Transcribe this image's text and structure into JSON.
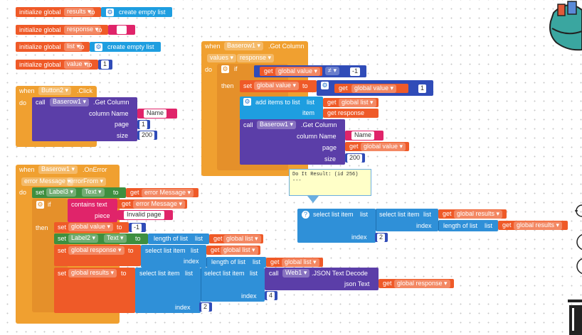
{
  "globals": [
    {
      "kw": "initialize global",
      "name": "results",
      "to": "to",
      "value": "create empty list"
    },
    {
      "kw": "initialize global",
      "name": "response",
      "to": "to",
      "value": "\" \""
    },
    {
      "kw": "initialize global",
      "name": "list",
      "to": "to",
      "value": "create empty list"
    },
    {
      "kw": "initialize global",
      "name": "value",
      "to": "to",
      "value": "1"
    }
  ],
  "button_click": {
    "when": "when",
    "component": "Button2",
    "event": ".Click",
    "do": "do",
    "call": "call",
    "db": "Baserow1",
    "method": ".Get Column",
    "p1": "column Name",
    "p1v": "Name",
    "p2": "page",
    "p2v": "1",
    "p3": "size",
    "p3v": "200"
  },
  "got_column": {
    "when": "when",
    "component": "Baserow1",
    "event": ".Got Column",
    "params": [
      "values",
      "response"
    ],
    "do": "do",
    "if": "if",
    "then": "then",
    "get": "get",
    "var_value": "global value",
    "neq": "≠",
    "neg1": "-1",
    "set": "set",
    "set_var": "global value",
    "to": "to",
    "plus": "+",
    "one": "1",
    "add": "add items to list",
    "list": "list",
    "var_list": "global list",
    "item": "item",
    "var_response": "get response",
    "call": "call",
    "db": "Baserow1",
    "method": ".Get Column",
    "p1": "column Name",
    "p1v": "Name",
    "p2": "page",
    "p3": "size",
    "p3v": "200"
  },
  "tooltip": {
    "line1": "Do It Result: (id 256)",
    "line2": "---"
  },
  "floating": {
    "select": "select list item",
    "list": "list",
    "index": "index",
    "get": "get",
    "var_results": "global results",
    "length": "length of list",
    "two": "2"
  },
  "on_error": {
    "when": "when",
    "component": "Baserow1",
    "event": ".OnError",
    "params": [
      "error Message",
      "errorFrom"
    ],
    "do": "do",
    "set": "set",
    "label3": "Label3",
    "text": "Text",
    "to": "to",
    "get": "get",
    "err": "error Message",
    "if": "if",
    "contains": "contains text",
    "piece": "piece",
    "invalid": "Invalid page",
    "then": "then",
    "var_value": "global value",
    "neg1": "-1",
    "label2": "Label2",
    "length": "length of list",
    "list": "list",
    "var_list": "global list",
    "var_response": "global response",
    "select": "select list item",
    "index": "index",
    "var_results": "global results",
    "call": "call",
    "web": "Web1",
    "decode": ".JSON Text Decode",
    "json": "json Text",
    "four": "4",
    "two": "2"
  },
  "colors": {
    "event": "#f0a030",
    "variable": "#ef5a28",
    "component": "#5b3ea8",
    "list": "#1e9ee0",
    "text": "#e0246a",
    "math": "#304cb8",
    "control": "#f0a030"
  }
}
